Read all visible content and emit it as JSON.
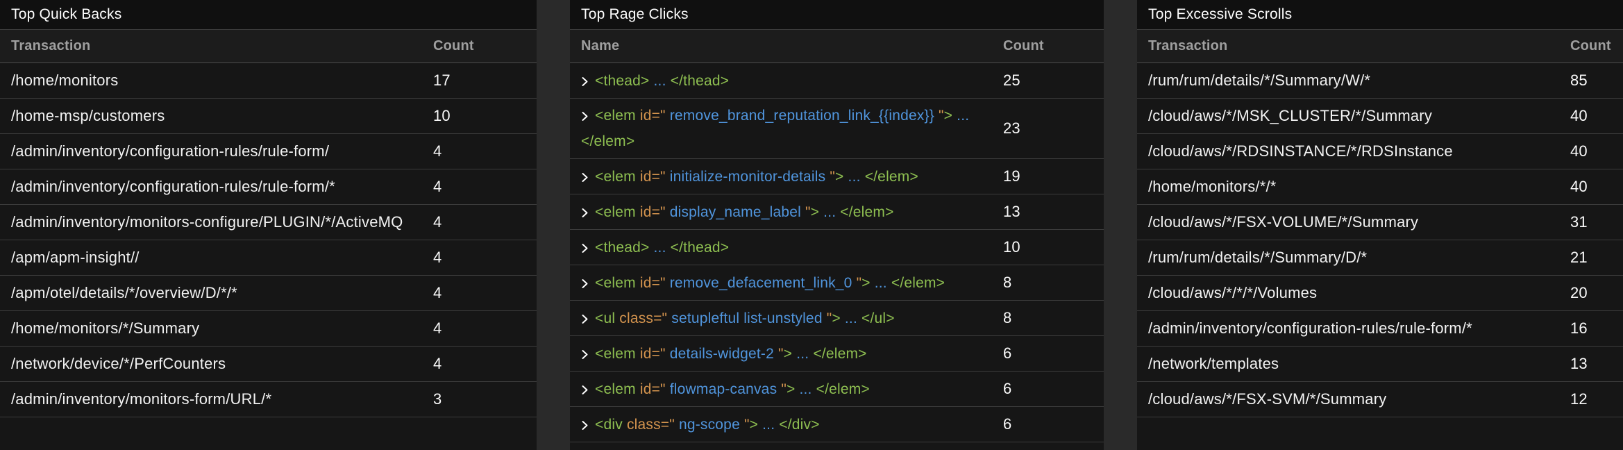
{
  "colors": {
    "green": "#8ebf51",
    "orange": "#d4944e",
    "blue": "#5095dd",
    "page_bg": "#2a2a2a",
    "panel_bg": "#161616",
    "title_bg": "#101010",
    "header_bg": "#1c1c1c",
    "divider": "#3c3c3c",
    "row_text": "#f2f2f2",
    "header_text": "#9f9f9f"
  },
  "panels": [
    {
      "id": "quick-backs",
      "type": "path",
      "title": "Top Quick Backs",
      "columns": {
        "name": "Transaction",
        "count": "Count"
      },
      "rows": [
        {
          "name": "/home/monitors",
          "count": "17"
        },
        {
          "name": "/home-msp/customers",
          "count": "10"
        },
        {
          "name": "/admin/inventory/configuration-rules/rule-form/",
          "count": "4"
        },
        {
          "name": "/admin/inventory/configuration-rules/rule-form/*",
          "count": "4"
        },
        {
          "name": "/admin/inventory/monitors-configure/PLUGIN/*/ActiveMQ",
          "count": "4"
        },
        {
          "name": "/apm/apm-insight//",
          "count": "4"
        },
        {
          "name": "/apm/otel/details/*/overview/D/*/*",
          "count": "4"
        },
        {
          "name": "/home/monitors/*/Summary",
          "count": "4"
        },
        {
          "name": "/network/device/*/PerfCounters",
          "count": "4"
        },
        {
          "name": "/admin/inventory/monitors-form/URL/*",
          "count": "3"
        }
      ]
    },
    {
      "id": "rage-clicks",
      "type": "code",
      "title": "Top Rage Clicks",
      "columns": {
        "name": "Name",
        "count": "Count"
      },
      "rows": [
        {
          "count": "25",
          "parts": [
            {
              "t": "<thead> ",
              "c": "green"
            },
            {
              "t": "... ",
              "c": "blue"
            },
            {
              "t": "</thead>",
              "c": "green"
            }
          ]
        },
        {
          "count": "23",
          "parts": [
            {
              "t": "<elem ",
              "c": "green"
            },
            {
              "t": "id=\"",
              "c": "orange"
            },
            {
              "t": " remove_brand_reputation_link_{{index}} ",
              "c": "blue"
            },
            {
              "t": "\"",
              "c": "orange"
            },
            {
              "t": "> ",
              "c": "green"
            },
            {
              "t": "...",
              "c": "blue"
            },
            {
              "br": true
            },
            {
              "t": "</elem>",
              "c": "green"
            }
          ]
        },
        {
          "count": "19",
          "parts": [
            {
              "t": "<elem ",
              "c": "green"
            },
            {
              "t": "id=\"",
              "c": "orange"
            },
            {
              "t": " initialize-monitor-details ",
              "c": "blue"
            },
            {
              "t": "\"",
              "c": "orange"
            },
            {
              "t": "> ",
              "c": "green"
            },
            {
              "t": "... ",
              "c": "blue"
            },
            {
              "t": "</elem>",
              "c": "green"
            }
          ]
        },
        {
          "count": "13",
          "parts": [
            {
              "t": "<elem ",
              "c": "green"
            },
            {
              "t": "id=\"",
              "c": "orange"
            },
            {
              "t": " display_name_label ",
              "c": "blue"
            },
            {
              "t": "\"",
              "c": "orange"
            },
            {
              "t": "> ",
              "c": "green"
            },
            {
              "t": "... ",
              "c": "blue"
            },
            {
              "t": "</elem>",
              "c": "green"
            }
          ]
        },
        {
          "count": "10",
          "parts": [
            {
              "t": "<thead> ",
              "c": "green"
            },
            {
              "t": "... ",
              "c": "blue"
            },
            {
              "t": "</thead>",
              "c": "green"
            }
          ]
        },
        {
          "count": "8",
          "parts": [
            {
              "t": "<elem ",
              "c": "green"
            },
            {
              "t": "id=\"",
              "c": "orange"
            },
            {
              "t": " remove_defacement_link_0 ",
              "c": "blue"
            },
            {
              "t": "\"",
              "c": "orange"
            },
            {
              "t": "> ",
              "c": "green"
            },
            {
              "t": "... ",
              "c": "blue"
            },
            {
              "t": "</elem>",
              "c": "green"
            }
          ]
        },
        {
          "count": "8",
          "parts": [
            {
              "t": "<ul ",
              "c": "green"
            },
            {
              "t": "class=\"",
              "c": "orange"
            },
            {
              "t": " setupleftul list-unstyled ",
              "c": "blue"
            },
            {
              "t": "\"",
              "c": "orange"
            },
            {
              "t": "> ",
              "c": "green"
            },
            {
              "t": "... ",
              "c": "blue"
            },
            {
              "t": "</ul>",
              "c": "green"
            }
          ]
        },
        {
          "count": "6",
          "parts": [
            {
              "t": "<elem ",
              "c": "green"
            },
            {
              "t": "id=\"",
              "c": "orange"
            },
            {
              "t": " details-widget-2 ",
              "c": "blue"
            },
            {
              "t": "\"",
              "c": "orange"
            },
            {
              "t": "> ",
              "c": "green"
            },
            {
              "t": "... ",
              "c": "blue"
            },
            {
              "t": "</elem>",
              "c": "green"
            }
          ]
        },
        {
          "count": "6",
          "parts": [
            {
              "t": "<elem ",
              "c": "green"
            },
            {
              "t": "id=\"",
              "c": "orange"
            },
            {
              "t": " flowmap-canvas ",
              "c": "blue"
            },
            {
              "t": "\"",
              "c": "orange"
            },
            {
              "t": "> ",
              "c": "green"
            },
            {
              "t": "... ",
              "c": "blue"
            },
            {
              "t": "</elem>",
              "c": "green"
            }
          ]
        },
        {
          "count": "6",
          "parts": [
            {
              "t": "<div ",
              "c": "green"
            },
            {
              "t": "class=\"",
              "c": "orange"
            },
            {
              "t": " ng-scope ",
              "c": "blue"
            },
            {
              "t": "\"",
              "c": "orange"
            },
            {
              "t": "> ",
              "c": "green"
            },
            {
              "t": "... ",
              "c": "blue"
            },
            {
              "t": "</div>",
              "c": "green"
            }
          ]
        }
      ]
    },
    {
      "id": "excessive-scrolls",
      "type": "path",
      "title": "Top Excessive Scrolls",
      "columns": {
        "name": "Transaction",
        "count": "Count"
      },
      "rows": [
        {
          "name": "/rum/rum/details/*/Summary/W/*",
          "count": "85"
        },
        {
          "name": "/cloud/aws/*/MSK_CLUSTER/*/Summary",
          "count": "40"
        },
        {
          "name": "/cloud/aws/*/RDSINSTANCE/*/RDSInstance",
          "count": "40"
        },
        {
          "name": "/home/monitors/*/*",
          "count": "40"
        },
        {
          "name": "/cloud/aws/*/FSX-VOLUME/*/Summary",
          "count": "31"
        },
        {
          "name": "/rum/rum/details/*/Summary/D/*",
          "count": "21"
        },
        {
          "name": "/cloud/aws/*/*/*/Volumes",
          "count": "20"
        },
        {
          "name": "/admin/inventory/configuration-rules/rule-form/*",
          "count": "16"
        },
        {
          "name": "/network/templates",
          "count": "13"
        },
        {
          "name": "/cloud/aws/*/FSX-SVM/*/Summary",
          "count": "12"
        }
      ]
    }
  ]
}
